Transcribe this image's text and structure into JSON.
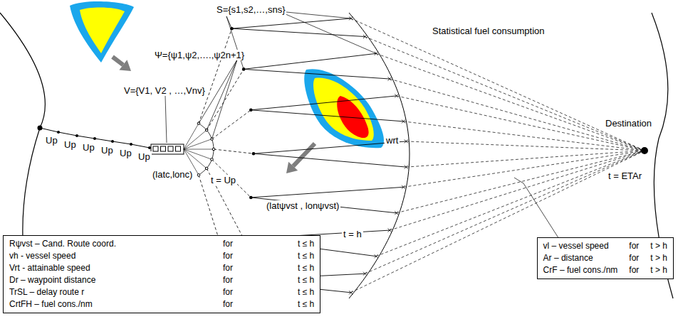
{
  "diagram": {
    "nodes": [
      {
        "text": [
          "Rψvst – Cand. Route coord.",
          "for",
          "t ≤ h",
          "vh - vessel speed",
          "for",
          "t ≤ h",
          "Vrt - attainable speed",
          "for",
          "t ≤ h",
          "Dr – waypoint distance",
          "for",
          "t ≤ h",
          "TrSL – delay route r",
          "for",
          "t ≤ h",
          "CrtFH – fuel cons./nm",
          "for",
          "t ≤ h"
        ]
      },
      {
        "text": [
          "vl – vessel speed",
          "for",
          "t > h",
          "Ar – distance",
          "for",
          "t > h",
          "CrF – fuel cons./nm",
          "for",
          "t > h"
        ]
      }
    ],
    "labels": [
      "S={s1,s2,…,sns}",
      "Statistical fuel consumption",
      "Ψ={ψ1,ψ2,….,ψ2n+1}",
      "V={V1, V2 , …,Vnv}",
      "Up",
      "Up",
      "Up",
      "Up",
      "Up",
      "Up",
      "(latc,lonc)",
      "t = Up",
      "(latψvst , lonψvst)",
      "t = h",
      "wrt",
      "Destination",
      "t = ETAr"
    ]
  }
}
